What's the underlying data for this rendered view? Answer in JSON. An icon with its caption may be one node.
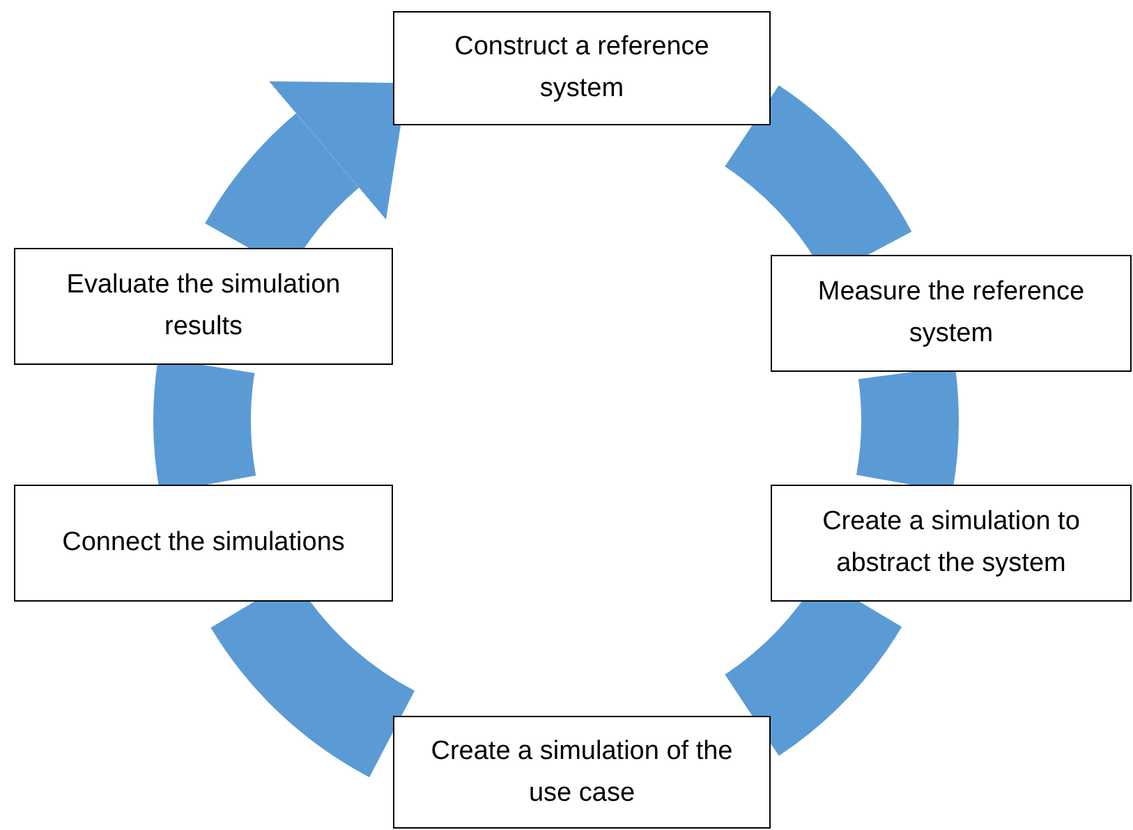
{
  "diagram": {
    "nodes": [
      {
        "text": [
          "Construct a reference system"
        ]
      },
      {
        "text": [
          "Measure the reference system"
        ]
      },
      {
        "text": [
          "Create a simulation to abstract the system"
        ]
      },
      {
        "text": [
          "Create a simulation of the use case"
        ]
      },
      {
        "text": [
          "Connect the simulations"
        ]
      },
      {
        "text": [
          "Evaluate the simulation results"
        ]
      }
    ],
    "edges": [
      {
        "from": 0,
        "to": 1,
        "arrow": "none"
      },
      {
        "from": 1,
        "to": 2,
        "arrow": "none"
      },
      {
        "from": 2,
        "to": 3,
        "arrow": "none"
      },
      {
        "from": 3,
        "to": 4,
        "arrow": "none"
      },
      {
        "from": 4,
        "to": 5,
        "arrow": "none"
      },
      {
        "from": 5,
        "to": 0,
        "arrow": "to"
      }
    ]
  }
}
